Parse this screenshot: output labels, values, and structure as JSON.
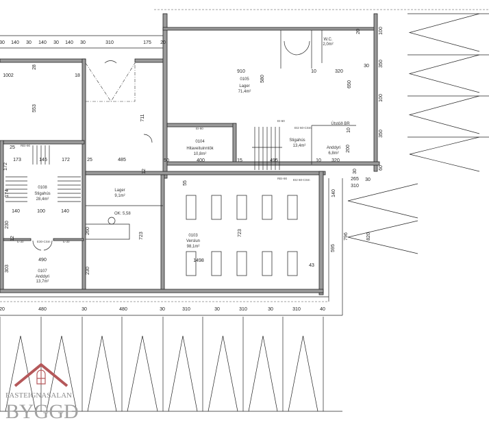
{
  "rooms": {
    "lager_large": {
      "id": "0105",
      "name": "Lager",
      "area": "71,4m²"
    },
    "hitaveita": {
      "id": "0104",
      "name": "Hitaveituinntök",
      "area": "10,8m²"
    },
    "stigahus_right": {
      "name": "Stigahús",
      "area": "13,4m²"
    },
    "anddyri_right": {
      "name": "Anddyri",
      "area": "6,8m²"
    },
    "wc": {
      "name": "W.C.",
      "area": "2,0m²"
    },
    "verslun": {
      "id": "0103",
      "name": "Verslun",
      "area": "98,1m²"
    },
    "lager_small": {
      "name": "Lager",
      "area": "9,1m²"
    },
    "stigahus_left": {
      "id": "0108",
      "name": "Stigahús",
      "area": "28,4m²"
    },
    "anddyri_left": {
      "id": "0107",
      "name": "Anddyri",
      "area": "13,7m²"
    }
  },
  "annotations": {
    "utstod": "Útstöð BR",
    "floor_level": "OK: 5,58",
    "rei90": "REI-90",
    "ei60": "EI-60",
    "ei60csm": "EI2 60-CSm",
    "e30": "E-30",
    "e30csm": "E30-CSm",
    "ei90": "EI-90"
  },
  "dimensions": [
    "30",
    "140",
    "30",
    "140",
    "30",
    "140",
    "30",
    "310",
    "175",
    "20",
    "1002",
    "18",
    "28",
    "553",
    "711",
    "25",
    "173",
    "145",
    "172",
    "25",
    "485",
    "12",
    "172",
    "174",
    "140",
    "100",
    "140",
    "230",
    "12",
    "260",
    "490",
    "303",
    "230",
    "723",
    "723",
    "910",
    "580",
    "320",
    "10",
    "650",
    "100",
    "350",
    "100",
    "350",
    "60",
    "20",
    "30",
    "10",
    "200",
    "320",
    "10",
    "30",
    "265",
    "310",
    "30",
    "140",
    "595",
    "796",
    "820",
    "1498",
    "43",
    "400",
    "15",
    "495",
    "50",
    "55",
    "20",
    "480",
    "30",
    "480",
    "30",
    "310",
    "30",
    "310",
    "30",
    "310",
    "40"
  ],
  "logo": {
    "line1": "FASTEIGNASALAN",
    "line2": "BYGGÐ",
    "roof_color": "#b5585a",
    "text_color": "#9a9a9a"
  },
  "colors": {
    "line": "#222222",
    "wall_fill": "#9a9a9a"
  }
}
